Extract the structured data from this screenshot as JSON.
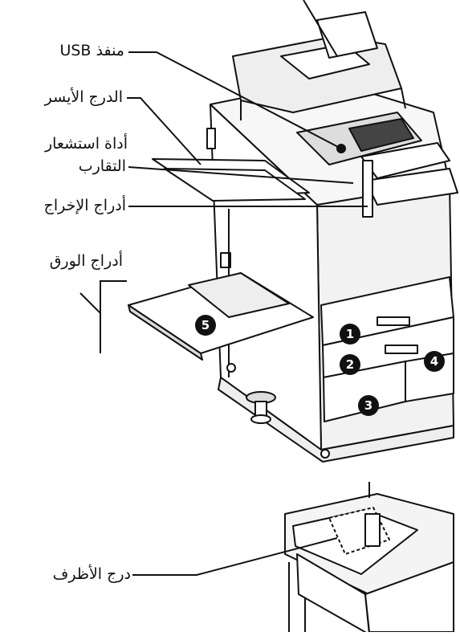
{
  "labels": {
    "usb_port": "منفذ USB",
    "left_tray": "الدرج الأيسر",
    "proximity_sensor": "أداة استشعار",
    "proximity_sensor_line2": "التقارب",
    "output_trays": "أدراج الإخراج",
    "paper_trays": "أدراج الورق",
    "envelope_tray": "درج الأظرف"
  },
  "tray_numbers": [
    "1",
    "2",
    "3",
    "4",
    "5"
  ],
  "colors": {
    "line": "#111111",
    "fill": "#ffffff",
    "shade": "#d9d9d9",
    "badge": "#111111"
  }
}
